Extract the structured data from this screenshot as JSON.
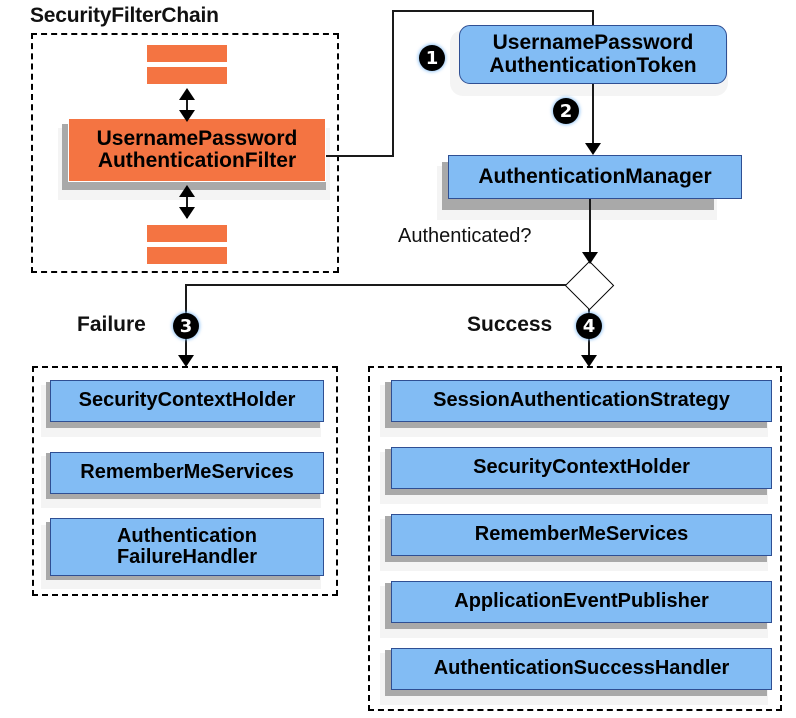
{
  "diagram": {
    "title_group_filter_chain": "SecurityFilterChain",
    "decision_label": "Authenticated?",
    "branch_failure_label": "Failure",
    "branch_success_label": "Success",
    "colors": {
      "filter_orange": "#f47442",
      "node_blue": "#82bcf4",
      "node_blue_border": "#2f4f93",
      "shadow_grey": "#a9a9a9",
      "background": "#ffffff",
      "line": "#1a1a1a",
      "badge_fill": "#000000",
      "badge_text": "#ffffff"
    },
    "badges": [
      {
        "number": "1",
        "meaning": "token-created"
      },
      {
        "number": "2",
        "meaning": "token-passed-to-manager"
      },
      {
        "number": "3",
        "meaning": "failure-branch"
      },
      {
        "number": "4",
        "meaning": "success-branch"
      }
    ],
    "filter_chain": {
      "main_filter": "UsernamePassword\nAuthenticationFilter",
      "main_filter_line1": "UsernamePassword",
      "main_filter_line2": "AuthenticationFilter",
      "strips_above": 2,
      "strips_below": 2
    },
    "flow": {
      "token_line1": "UsernamePassword",
      "token_line2": "AuthenticationToken",
      "manager": "AuthenticationManager"
    },
    "failure_nodes": [
      {
        "label": "SecurityContextHolder",
        "lines": [
          "SecurityContextHolder"
        ]
      },
      {
        "label": "RememberMeServices",
        "lines": [
          "RememberMeServices"
        ]
      },
      {
        "label": "AuthenticationFailureHandler",
        "lines": [
          "Authentication",
          "FailureHandler"
        ]
      }
    ],
    "success_nodes": [
      {
        "label": "SessionAuthenticationStrategy"
      },
      {
        "label": "SecurityContextHolder"
      },
      {
        "label": "RememberMeServices"
      },
      {
        "label": "ApplicationEventPublisher"
      },
      {
        "label": "AuthenticationSuccessHandler"
      }
    ]
  }
}
